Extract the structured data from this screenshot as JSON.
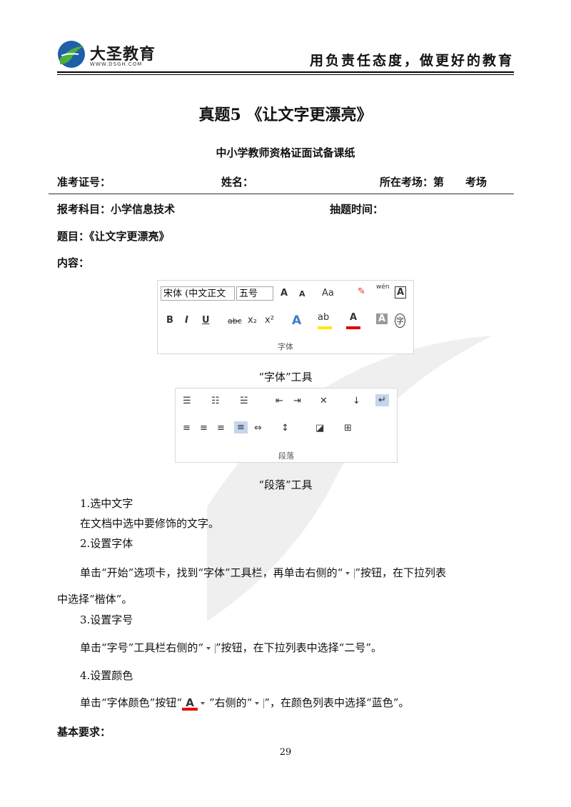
{
  "header": {
    "logo_text": "大圣教育",
    "logo_url": "WWW.DSGH.COM",
    "slogan": "用负责任态度，做更好的教育"
  },
  "title": "真题5 《让文字更漂亮》",
  "subtitle": "中小学教师资格证面试备课纸",
  "fields": {
    "ticket_no": "准考证号：",
    "name": "姓名：",
    "venue": "所在考场：第　　考场",
    "subject": "报考科目：小学信息技术",
    "draw_time": "抽题时间：",
    "topic": "题目：《让文字更漂亮》",
    "content": "内容："
  },
  "font_toolbar": {
    "font_name": "宋体 (中文正文",
    "font_size": "五号",
    "grow": "A",
    "shrink": "A",
    "case": "Aa",
    "phonetic": "wén",
    "char_border": "A",
    "bold": "B",
    "italic": "I",
    "underline": "U",
    "strike": "abc",
    "sub": "x₂",
    "sup": "x²",
    "effects": "A",
    "font_color": "A",
    "shading": "A",
    "enclose": "字",
    "group_label": "字体"
  },
  "font_caption": "“字体”工具",
  "para_toolbar": {
    "group_label": "段落"
  },
  "para_caption": "“段落”工具",
  "steps": [
    {
      "label": "1.选中文字",
      "text": "在文档中选中要修饰的文字。"
    },
    {
      "label": "2.设置字体",
      "text_a": "单击“开始”选项卡，找到“字体”工具栏，再单击右侧的“",
      "text_b": "”按钮，在下拉列表",
      "text_c": "中选择“楷体”。"
    },
    {
      "label": "3.设置字号",
      "text_a": "单击“字号”工具栏右侧的“",
      "text_b": "”按钮，在下拉列表中选择“二号”。"
    },
    {
      "label": "4.设置颜色",
      "text_a": "单击“字体颜色”按钮“",
      "text_b": "”右侧的“",
      "text_c": "”，在颜色列表中选择“蓝色”。"
    }
  ],
  "requirements": "基本要求：",
  "page_number": "29",
  "colors": {
    "font_color_bar": "#e00000",
    "highlight_bar": "#ffe800",
    "selected_button": "#c4d6ee"
  }
}
